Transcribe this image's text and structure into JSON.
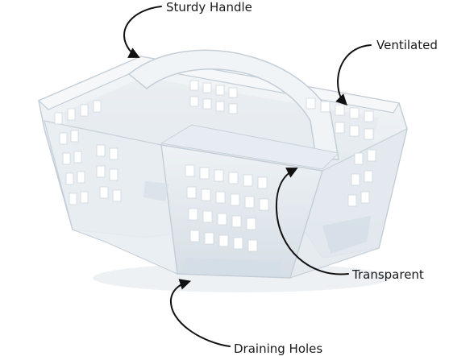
{
  "callouts": {
    "handle": "Sturdy Handle",
    "ventilated": "Ventilated",
    "transparent": "Transparent",
    "draining": "Draining Holes"
  },
  "colors": {
    "background": "#ffffff",
    "plastic_fill": "#e9eef2",
    "plastic_edge": "#c8d2da",
    "hole": "#ffffff",
    "arrow": "#111111",
    "text": "#1a1a1a"
  },
  "icons": {
    "product": "clear-plastic-shower-caddy",
    "arrows": "curved-callout-arrow"
  }
}
